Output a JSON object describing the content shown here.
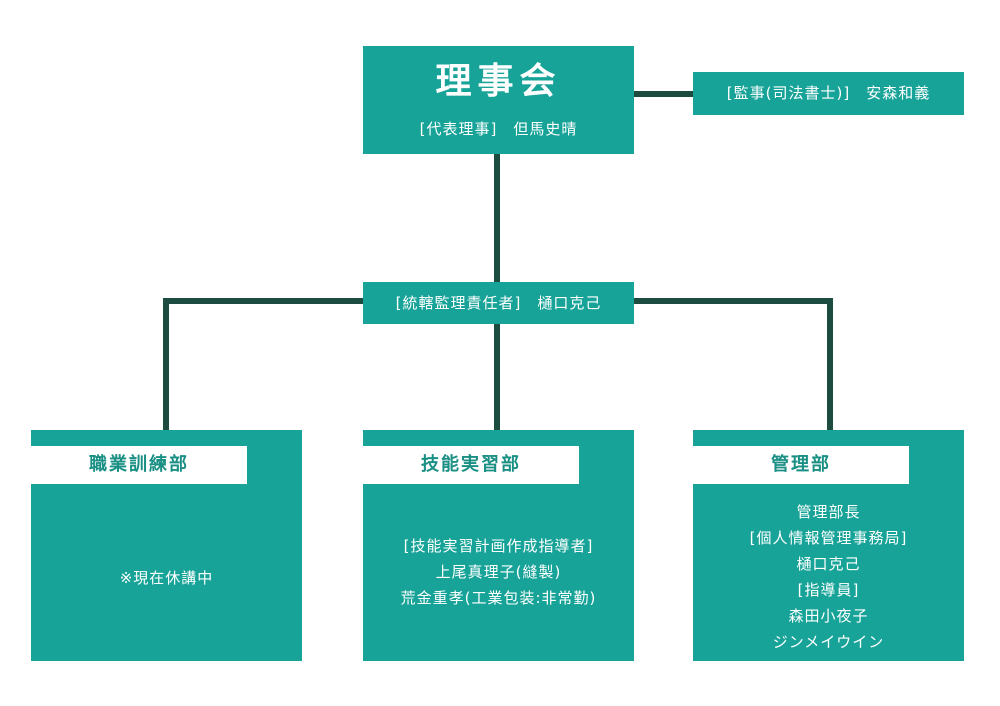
{
  "board": {
    "title": "理事会",
    "representative": "[代表理事]　但馬史晴"
  },
  "auditor": "[監事(司法書士)]　安森和義",
  "supervisor": "[統轄監理責任者]　樋口克己",
  "departments": [
    {
      "name": "職業訓練部",
      "lines": [
        "※現在休講中"
      ]
    },
    {
      "name": "技能実習部",
      "lines": [
        "[技能実習計画作成指導者]",
        "上尾真理子(縫製)",
        "荒金重孝(工業包装:非常勤)"
      ]
    },
    {
      "name": "管理部",
      "lines": [
        "管理部長",
        "[個人情報管理事務局]",
        "樋口克己",
        "[指導員]",
        "森田小夜子",
        "ジンメイウイン"
      ]
    }
  ],
  "colors": {
    "box": "#17a398",
    "connector": "#1c4c3f",
    "tab_text": "#1a8f84"
  }
}
